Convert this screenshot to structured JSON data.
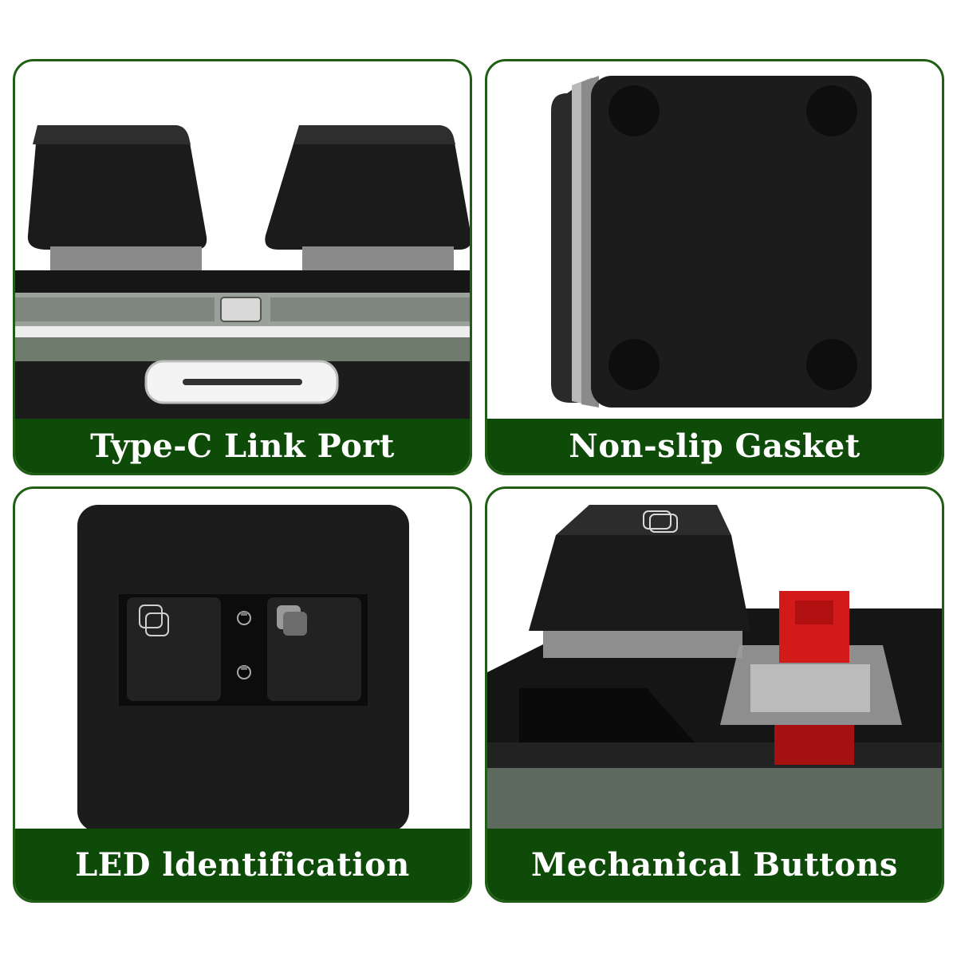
{
  "panels": [
    {
      "caption": "Type-C Link Port"
    },
    {
      "caption": "Non-slip Gasket"
    },
    {
      "caption": "LED ldentification"
    },
    {
      "caption": "Mechanical Buttons"
    }
  ],
  "colors": {
    "frame": "#1f5e14",
    "caption_bg": "#0e4a08",
    "caption_text": "#ffffff",
    "device": "#1a1a1a",
    "switch_stem": "#d21a1a"
  },
  "icons": [
    "type-c-port-icon",
    "rubber-foot-icon",
    "led-indicator-icon",
    "mechanical-switch-icon"
  ]
}
